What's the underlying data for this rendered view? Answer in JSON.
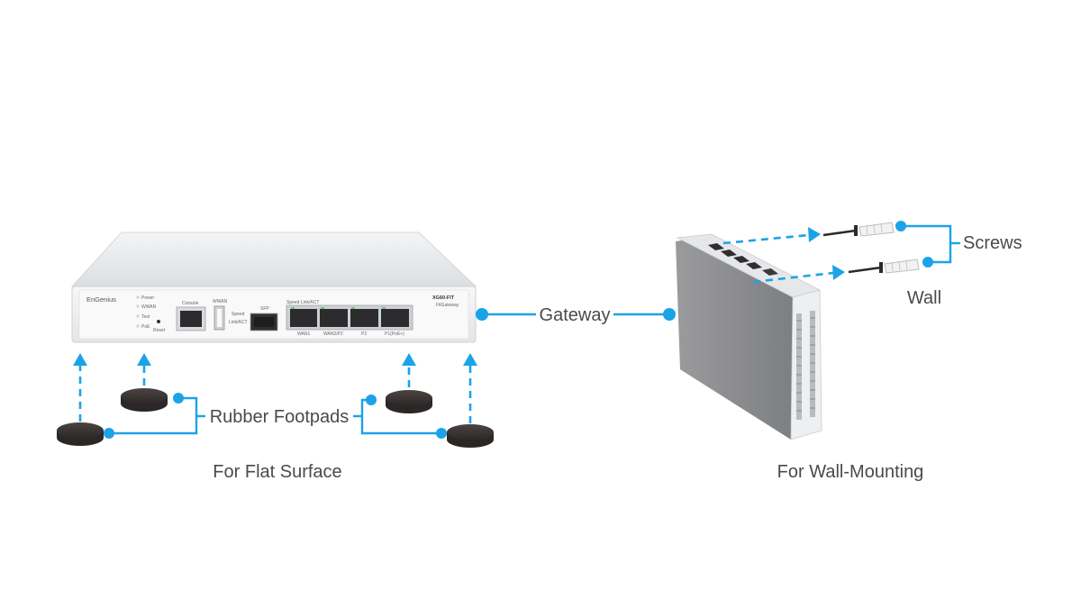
{
  "device": {
    "brand": "EnGenius",
    "model": "XG60-FIT",
    "model_sub": "FitGateway",
    "leds": [
      "Power",
      "WWAN",
      "Test",
      "PoE"
    ],
    "reset_label": "Reset",
    "console_label": "Console",
    "wwan_label": "WWAN",
    "speed_label": "Speed",
    "link_label": "Link/ACT",
    "sfp_label": "SFP",
    "ports_header": "Speed    Link/ACT",
    "ports": [
      "WAN1",
      "WAN2/P2",
      "P2",
      "P1(PoE+)"
    ]
  },
  "labels": {
    "rubber_footpads": "Rubber Footpads",
    "gateway": "Gateway",
    "screws": "Screws",
    "wall": "Wall",
    "flat_surface": "For Flat Surface",
    "wall_mounting": "For Wall-Mounting"
  },
  "colors": {
    "accent": "#1ba3e8",
    "text": "#4a4a4a",
    "device_body": "#e9eaec",
    "pad": "#2e2a29"
  }
}
